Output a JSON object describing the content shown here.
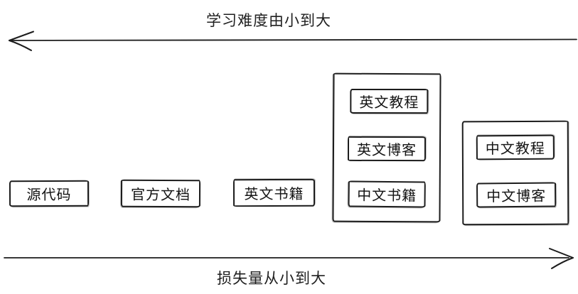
{
  "diagram": {
    "top_axis": {
      "label": "学习难度由小到大",
      "direction": "left"
    },
    "bottom_axis": {
      "label": "损失量从小到大",
      "direction": "right"
    },
    "boxes": [
      {
        "label": "源代码"
      },
      {
        "label": "官方文档"
      },
      {
        "label": "英文书籍"
      }
    ],
    "groups": [
      {
        "items": [
          "英文教程",
          "英文博客",
          "中文书籍"
        ]
      },
      {
        "items": [
          "中文教程",
          "中文博客"
        ]
      }
    ],
    "colors": {
      "stroke": "#1c1c1c",
      "background": "#ffffff"
    }
  }
}
